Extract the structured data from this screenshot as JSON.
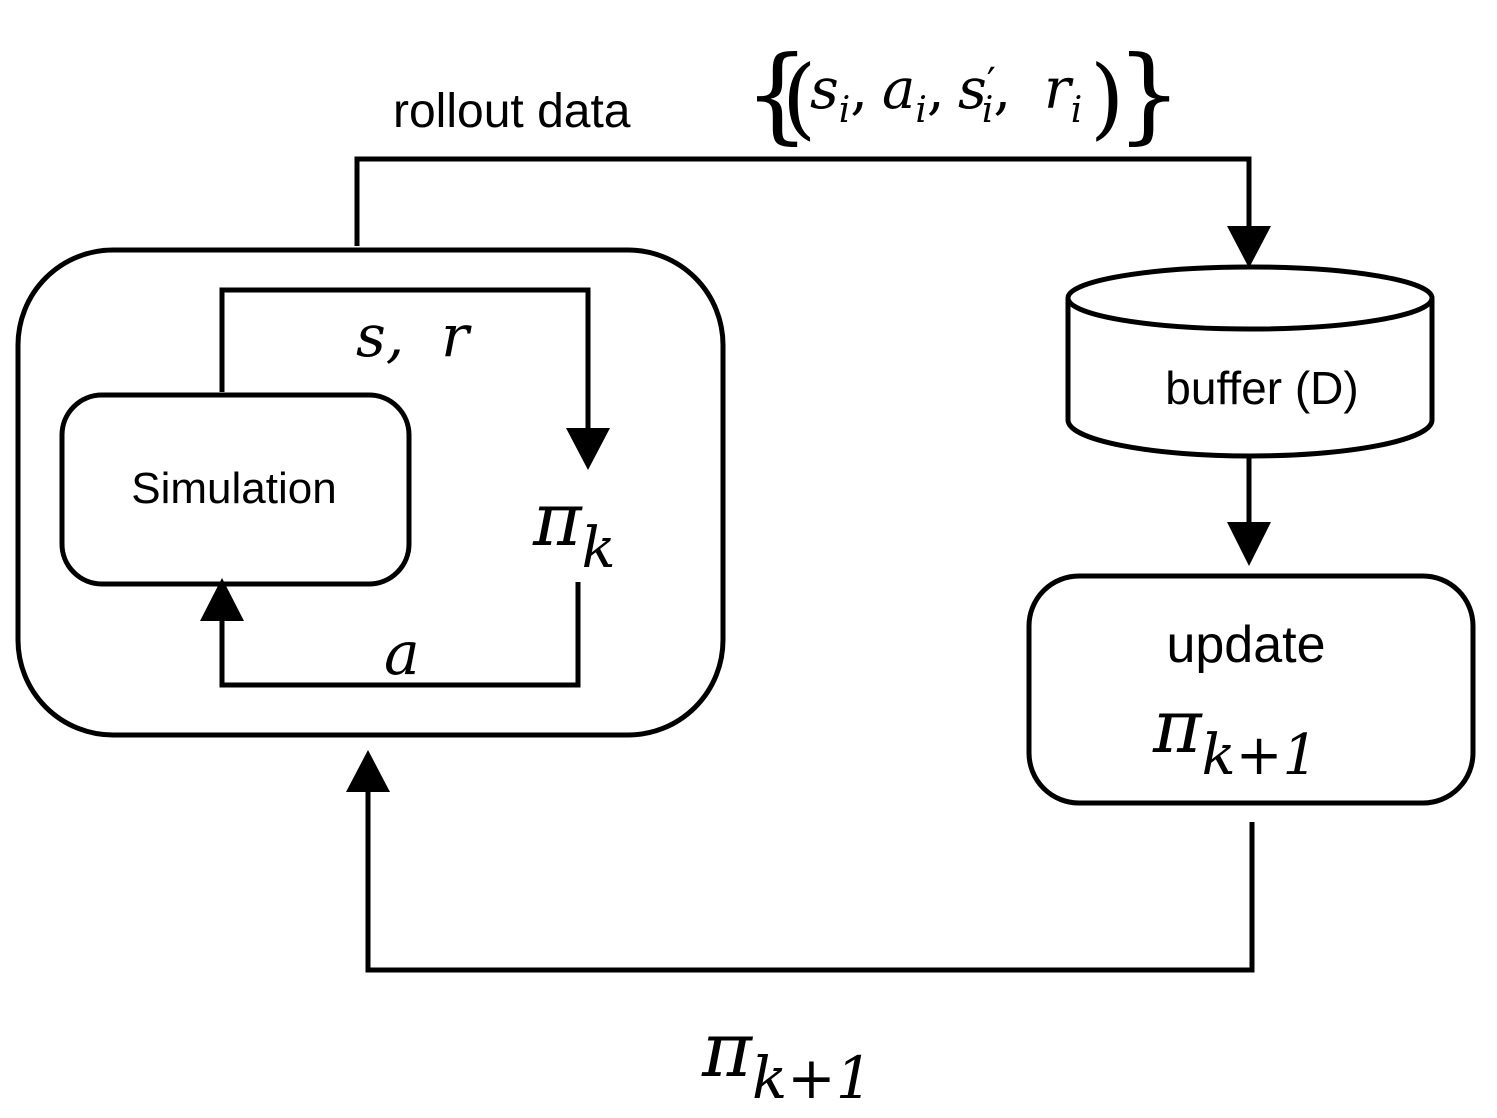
{
  "rollout": {
    "label": "rollout data",
    "tuple": "{(sᵢ, aᵢ, s′ᵢ, rᵢ)}",
    "s_sym": "s",
    "a_sym": "a",
    "sp_sym": "s",
    "prime": "′",
    "r_sym": "r",
    "sub_i": "i",
    "comma": ",",
    "open_brace": "{",
    "close_brace": "}",
    "open_paren": "(",
    "close_paren": ")"
  },
  "inner_loop": {
    "simulation_label": "Simulation",
    "state_reward": "s,  r",
    "action": "a",
    "policy_symbol": "π",
    "policy_sub": "k"
  },
  "buffer": {
    "label": "buffer (D)"
  },
  "update": {
    "label": "update",
    "policy_symbol": "π",
    "policy_sub": "k+1"
  },
  "feedback": {
    "policy_symbol": "π",
    "policy_sub": "k+1"
  }
}
